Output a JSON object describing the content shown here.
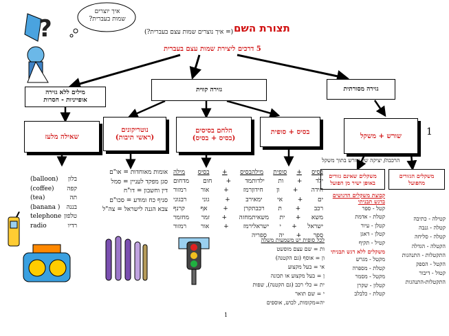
{
  "thought_bubble": [
    "איך יוצרים",
    "שמות בעברית?"
  ],
  "header": {
    "title": "תצורת השם",
    "subtitle": "(= איך נוצרים שמות עצם בעברית?)",
    "ways": "5 דרכים ליצירת שמות עצם בעברית"
  },
  "top_boxes": {
    "no_derivation": [
      "מילים ללא גזירה",
      "אופייניות - חסרות"
    ],
    "linear": "גזירה קווית",
    "traditional": "גזירה מסורתית"
  },
  "method_boxes": {
    "loan": "שאילה מלעז",
    "notarikon": [
      "נוטריקונים",
      "(ראשי תיבות)"
    ],
    "blend": [
      "הלחם בסיסים",
      "(בסיס + בסיס)"
    ],
    "base_suffix": "בסיס + סופית",
    "root_pattern": "שורש + משקל"
  },
  "number_one": "1",
  "combination_note": "הרכבה/ יציקה של שורש בתוך משקל",
  "pattern_boxes": {
    "verbal": [
      "משקלים הגזורים",
      "מהפועל"
    ],
    "nonverbal": [
      "משקלים שאינם גזורים",
      "באופן ישיר מן הפועל"
    ]
  },
  "loan_words": [
    {
      "en": "(balloon)",
      "he": "בלון"
    },
    {
      "en": "(coffee)",
      "he": "קפה"
    },
    {
      "en": "(tea)",
      "he": "תה"
    },
    {
      "en": "(banana )",
      "he": "בננה"
    },
    {
      "en": "telephone",
      "he": "טלפון"
    },
    {
      "en": "radio",
      "he": "רדיו"
    }
  ],
  "notarikon_list": [
    "אומות מאוחדות = או\"ם",
    "סגן מפקד לעניין = סמל",
    "דין וחשבון = דו\"ח",
    "סניף כח ומודע = סכו\"ם",
    "צבא הגנה לישראל = צה\"ל"
  ],
  "blend_header": [
    "מילה",
    "בסיס",
    "בסיס"
  ],
  "blend_rows": [
    [
      "מדחום",
      "מד",
      "חום"
    ],
    [
      "רמזור",
      "רמז",
      "אור"
    ],
    [
      "רבגוני",
      "רב",
      "גוני"
    ],
    [
      "קרנף",
      "קרן",
      "אף"
    ],
    [
      "מחזמר",
      "מחזה",
      "זמר"
    ],
    [
      "רמזור",
      "רמז",
      "אור"
    ]
  ],
  "suffix_header": [
    "מילה",
    "סופית",
    "בסיס"
  ],
  "suffix_rows": [
    [
      "ילדות",
      "ות",
      "ילד"
    ],
    [
      "חידון",
      "ון",
      "חידה"
    ],
    [
      "ימאי",
      "אי",
      "ים"
    ],
    [
      "רכבת",
      "ת",
      "רכב"
    ],
    [
      "משאית",
      "ית",
      "משא"
    ],
    [
      "ישראלי",
      "י",
      "ישראל"
    ],
    [
      "ספריה",
      "יה",
      "ספר"
    ]
  ],
  "suffix_meanings_title": "לכל סופית יש משמעות משלה",
  "suffix_meanings": [
    "ות = שם עצם מופשט",
    "ון = אוסף (גם הקטנה)",
    "אי = בעל מקצוע",
    "ן = בעל מקצוע או תכונה",
    "ית = כלי רכב (גם הקטנה), שפות",
    "י = שם תואר",
    "יה=מקומות, לבוש, אוספים"
  ],
  "verbal_patterns": [
    "קטילה - כתיבה",
    "קטלה - גנבה",
    "קטלה - סליחה",
    "הקטלה - הגדלה",
    "התקטלות - התנהגות",
    "הקטל - הספק",
    "קטול - דיבור",
    "התקטלות-התנהגות"
  ],
  "nonverbal_head1": "קבוצת משקלים הדגושים בדגש תבניתי",
  "nonverbal_group1": [
    "קטל - ספר",
    "קטלת - אדמת",
    "קטלן - עיור",
    "קטלן - דאגן",
    "קטיל - תקיף"
  ],
  "nonverbal_head2": "משקלים ללא דגש תבניתי",
  "nonverbal_group2": [
    "מקטל - מגרש",
    "קטלת - מספרה",
    "מקטל - מסמר",
    "קטלון - שקרן",
    "קטלת - כלבלב"
  ],
  "page_number": "1"
}
